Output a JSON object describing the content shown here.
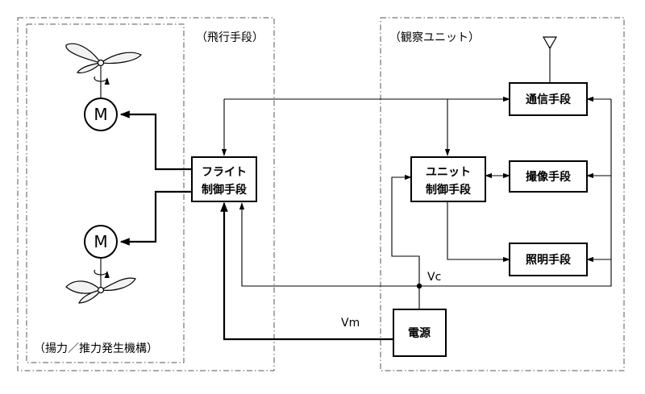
{
  "regions": {
    "flight": "（飛行手段）",
    "observation": "（観察ユニット）",
    "lift": "（揚力／推力発生機構）"
  },
  "blocks": {
    "flight_control": [
      "フライト",
      "制御手段"
    ],
    "unit_control": [
      "ユニット",
      "制御手段"
    ],
    "communication": "通信手段",
    "imaging": "撮像手段",
    "lighting": "照明手段",
    "power": "電源"
  },
  "motor_label": "M",
  "voltages": {
    "vc": "Vc",
    "vm": "Vm"
  }
}
